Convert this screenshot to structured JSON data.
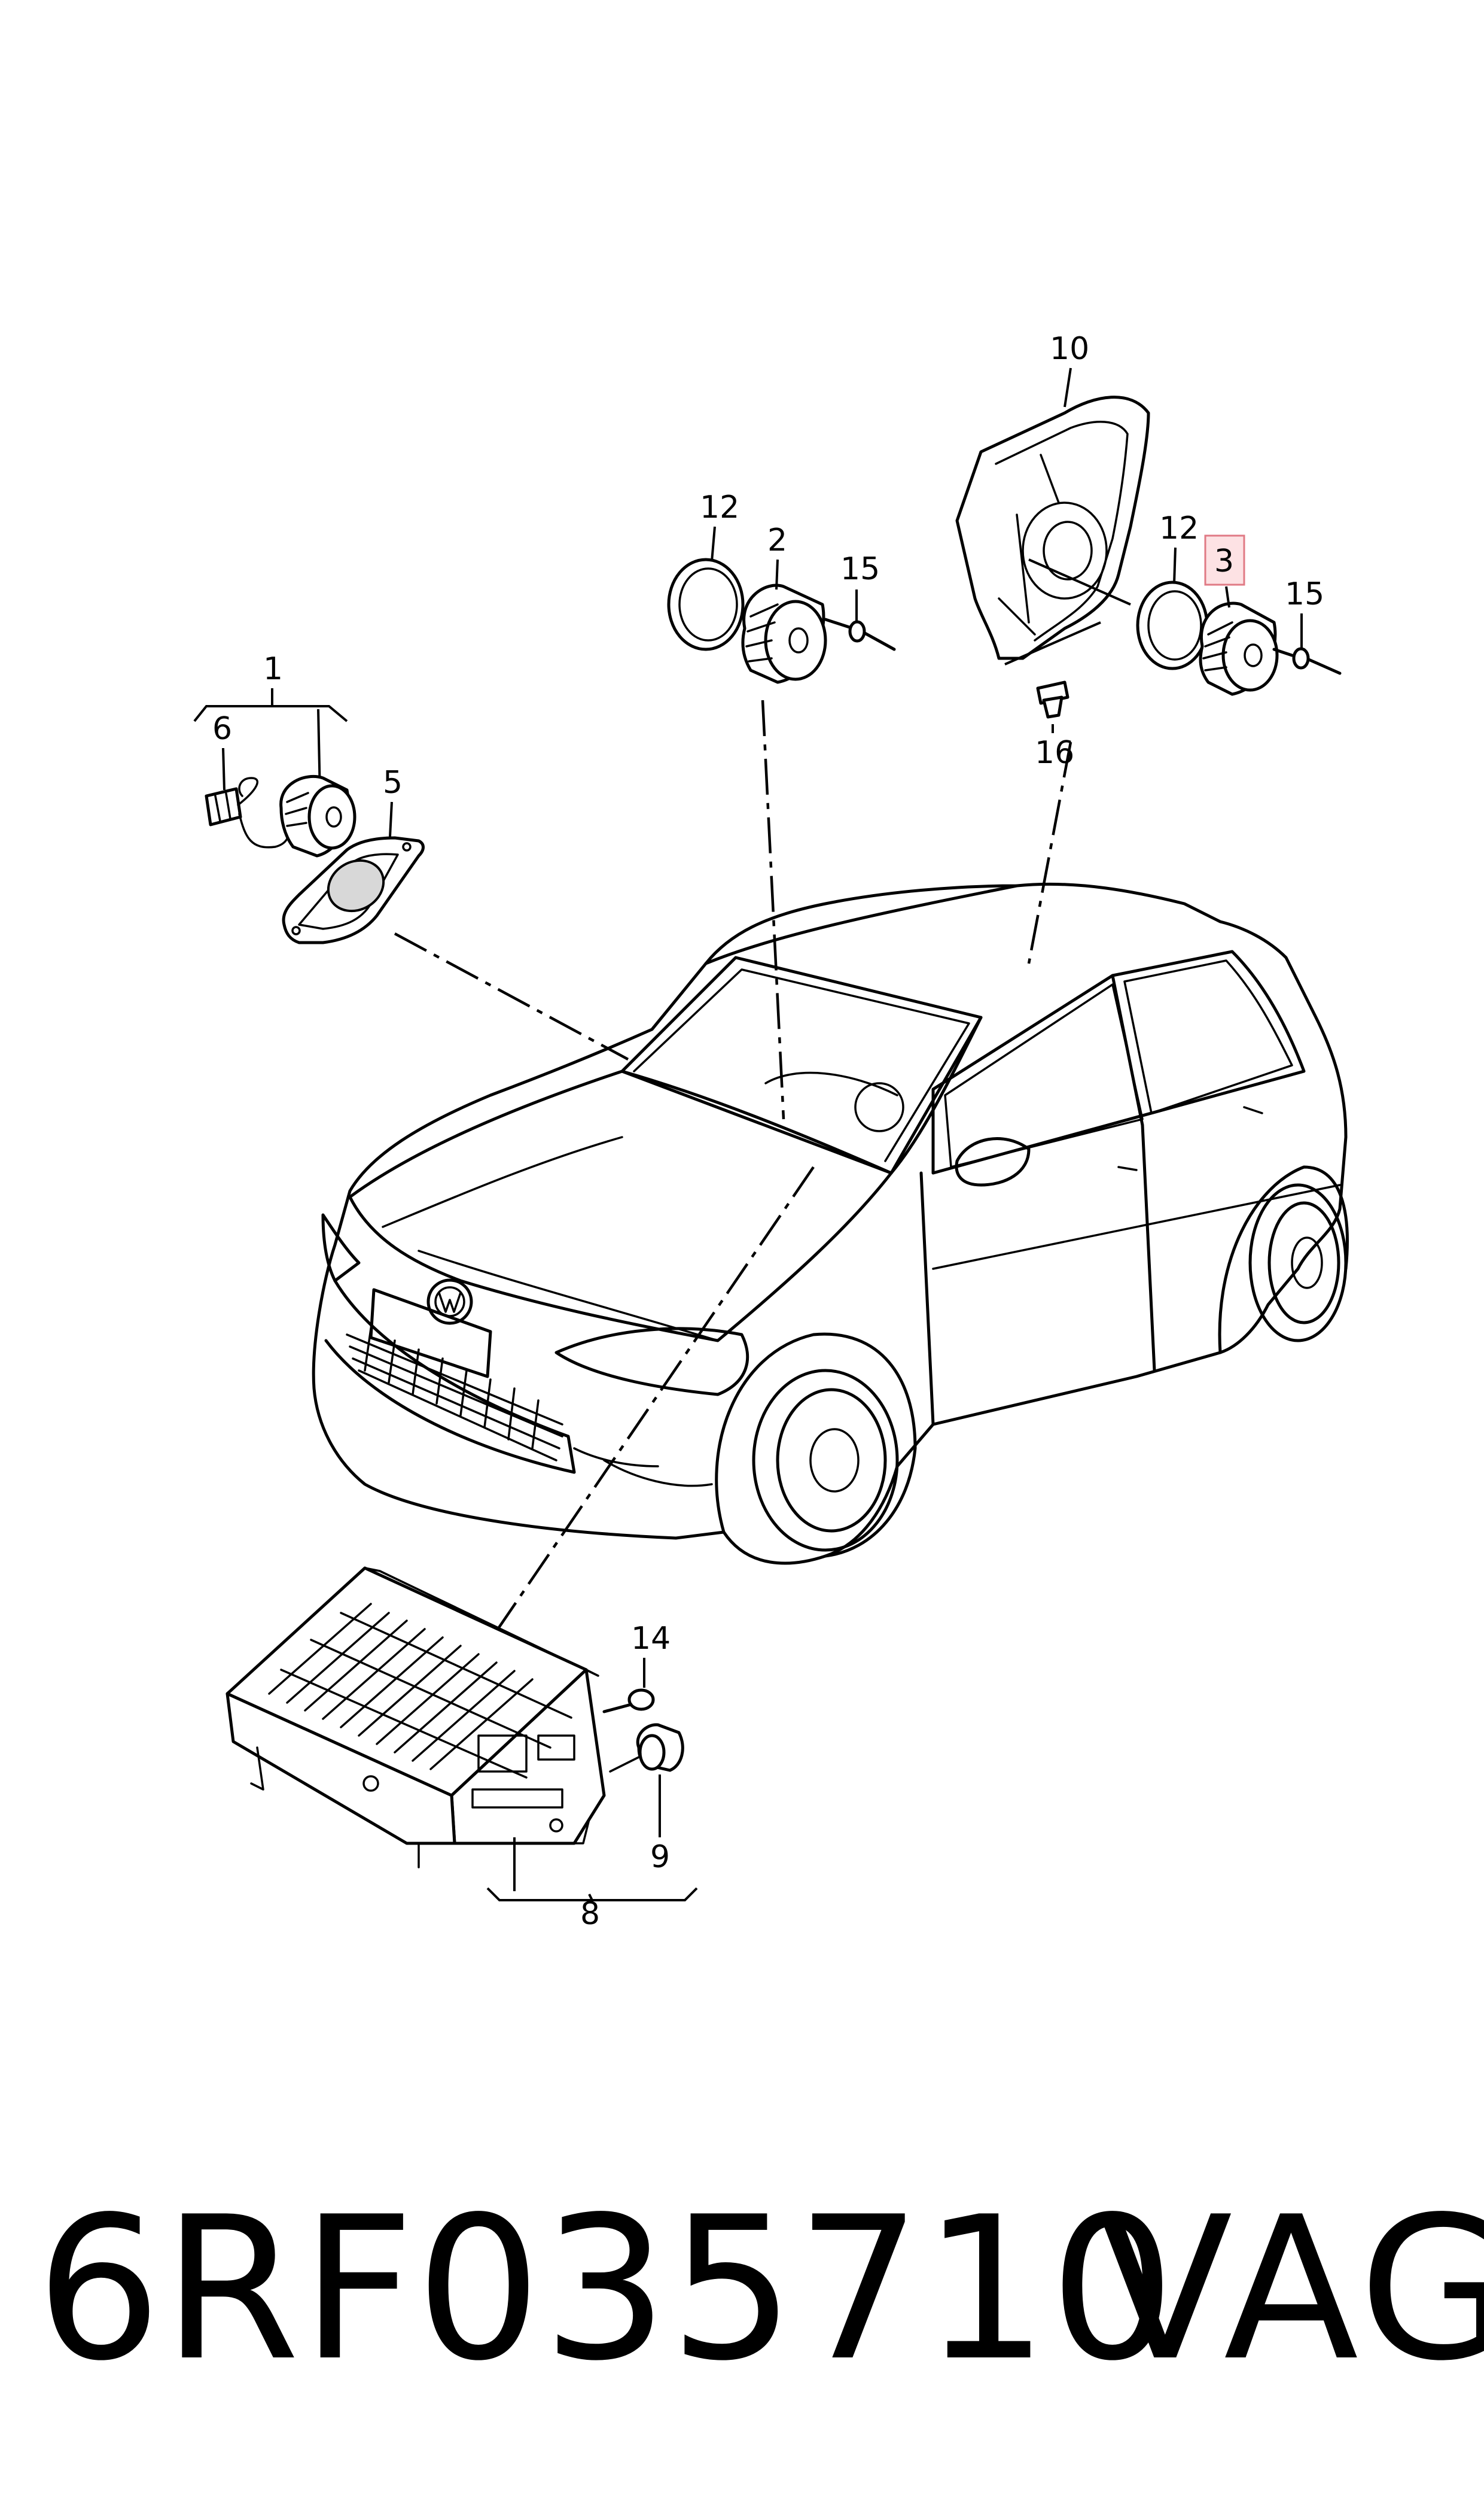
{
  "footer": {
    "part_number": "6RF035710",
    "brand": "VAG"
  },
  "callouts": {
    "c1": "1",
    "c2": "2",
    "c3": "3",
    "c5": "5",
    "c6": "6",
    "c8": "8",
    "c9": "9",
    "c10": "10",
    "c12a": "12",
    "c12b": "12",
    "c14": "14",
    "c15a": "15",
    "c15b": "15",
    "c16": "16"
  },
  "highlight": {
    "callout": "3",
    "fill_color": "#fde2e4",
    "border_color": "#e07a85"
  }
}
